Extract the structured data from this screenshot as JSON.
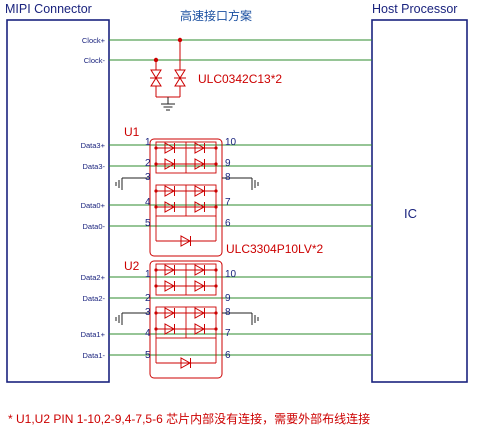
{
  "title": "高速接口方案",
  "left_block": {
    "label": "MIPI Connector"
  },
  "right_block": {
    "label": "Host Processor",
    "chip": "IC"
  },
  "signals": {
    "clock_p": "Clock+",
    "clock_n": "Clock-",
    "data3_p": "Data3+",
    "data3_n": "Data3-",
    "data0_p": "Data0+",
    "data0_n": "Data0-",
    "data2_p": "Data2+",
    "data2_n": "Data2-",
    "data1_p": "Data1+",
    "data1_n": "Data1-"
  },
  "clock_tvs": {
    "part": "ULC0342C13*2"
  },
  "u1": {
    "label": "U1",
    "part": "ULC3304P10LV*2",
    "pins": {
      "p1": "1",
      "p2": "2",
      "p3": "3",
      "p4": "4",
      "p5": "5",
      "p10": "10",
      "p9": "9",
      "p8": "8",
      "p7": "7",
      "p6": "6"
    }
  },
  "u2": {
    "label": "U2",
    "pins": {
      "p1": "1",
      "p2": "2",
      "p3": "3",
      "p4": "4",
      "p5": "5",
      "p10": "10",
      "p9": "9",
      "p8": "8",
      "p7": "7",
      "p6": "6"
    }
  },
  "footnote": "* U1,U2   PIN 1-10,2-9,4-7,5-6 芯片内部没有连接，需要外部布线连接",
  "colors": {
    "wire": "#2e8b2e",
    "part": "#cc0000",
    "block": "#1a237e",
    "blue_text": "#1a4fa0"
  }
}
